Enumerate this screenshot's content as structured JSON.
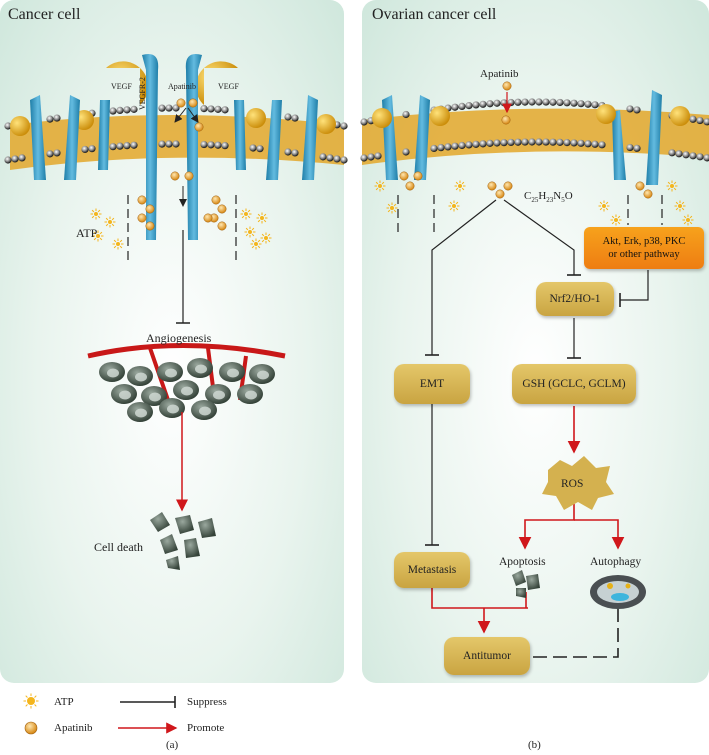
{
  "panel_a": {
    "title": "Cancer cell",
    "vegf_left": "VEGF",
    "vegf_right": "VEGF",
    "receptor": "VEGFR-2",
    "drug": "Apatinib",
    "atp": "ATP",
    "angiogenesis": "Angiogenesis",
    "cell_death": "Cell death",
    "caption": "(a)"
  },
  "panel_b": {
    "title": "Ovarian cancer cell",
    "drug": "Apatinib",
    "formula": "C25H23N5O",
    "pathway_line1": "Akt, Erk, p38, PKC",
    "pathway_line2": "or other pathway",
    "nrf2": "Nrf2/HO-1",
    "emt": "EMT",
    "gsh": "GSH (GCLC, GCLM)",
    "ros": "ROS",
    "metastasis": "Metastasis",
    "apoptosis": "Apoptosis",
    "autophagy": "Autophagy",
    "antitumor": "Antitumor",
    "caption": "(b)"
  },
  "legend": {
    "atp": "ATP",
    "apatinib": "Apatinib",
    "suppress": "Suppress",
    "promote": "Promote"
  },
  "colors": {
    "promote": "#d0171b",
    "suppress": "#222222",
    "box": "#d4b14f",
    "pathway_box": "#f29018",
    "receptor": "#3d9cc4",
    "vegf": "#e6b117",
    "membrane": "#e3a72a"
  }
}
